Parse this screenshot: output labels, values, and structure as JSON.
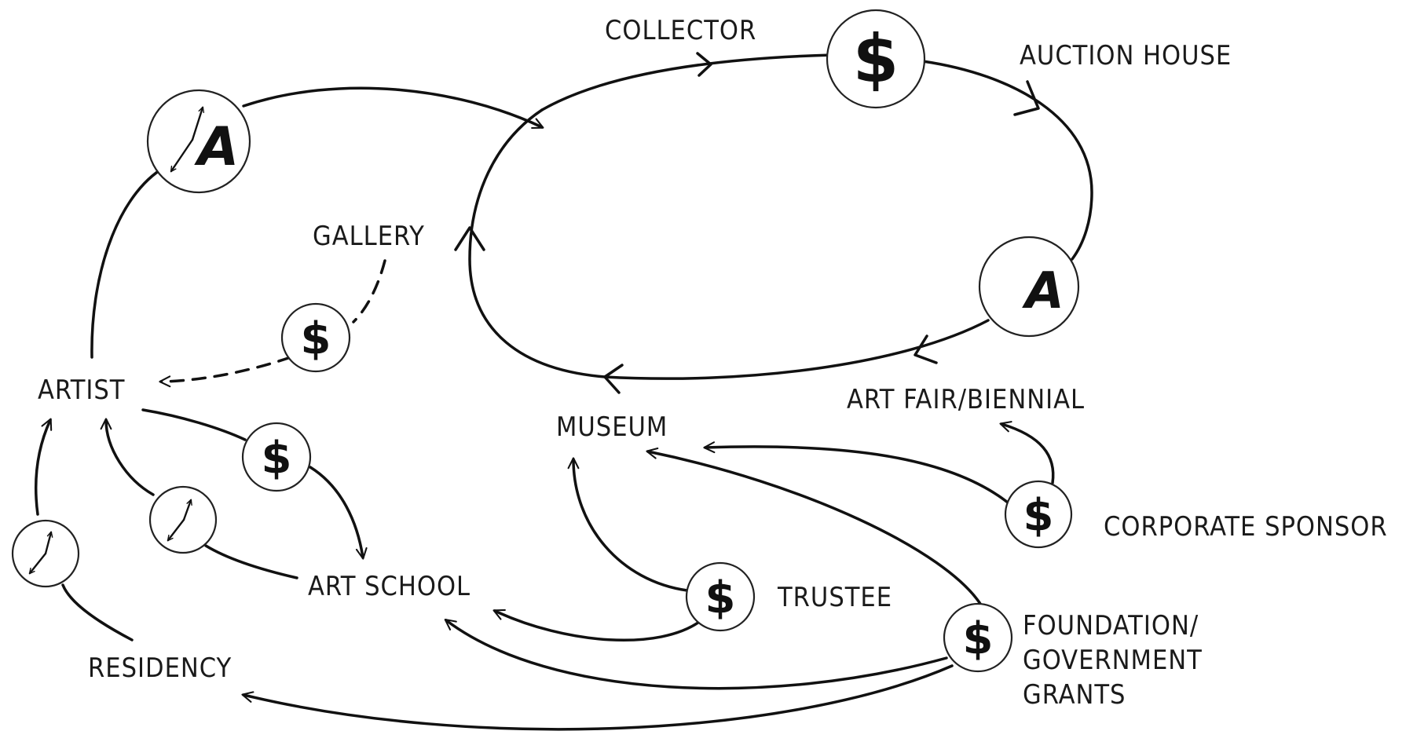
{
  "labels": {
    "collector": "COLLECTOR",
    "auction_house": "AUCTION HOUSE",
    "gallery": "GALLERY",
    "artist": "ARTIST",
    "museum": "MUSEUM",
    "art_fair": "ART FAIR/BIENNIAL",
    "corporate_sponsor": "CORPORATE SPONSOR",
    "art_school": "ART SCHOOL",
    "trustee": "TRUSTEE",
    "foundation_line1": "FOUNDATION/",
    "foundation_line2": "GOVERNMENT",
    "foundation_line3": "GRANTS",
    "residency": "RESIDENCY"
  },
  "symbols": {
    "dollar": "$",
    "artwork": "A"
  },
  "icons": [
    "dollar-icon",
    "artwork-icon",
    "clock-icon",
    "arrow-icon"
  ],
  "colors": {
    "ink": "#111111",
    "background": "#ffffff"
  }
}
